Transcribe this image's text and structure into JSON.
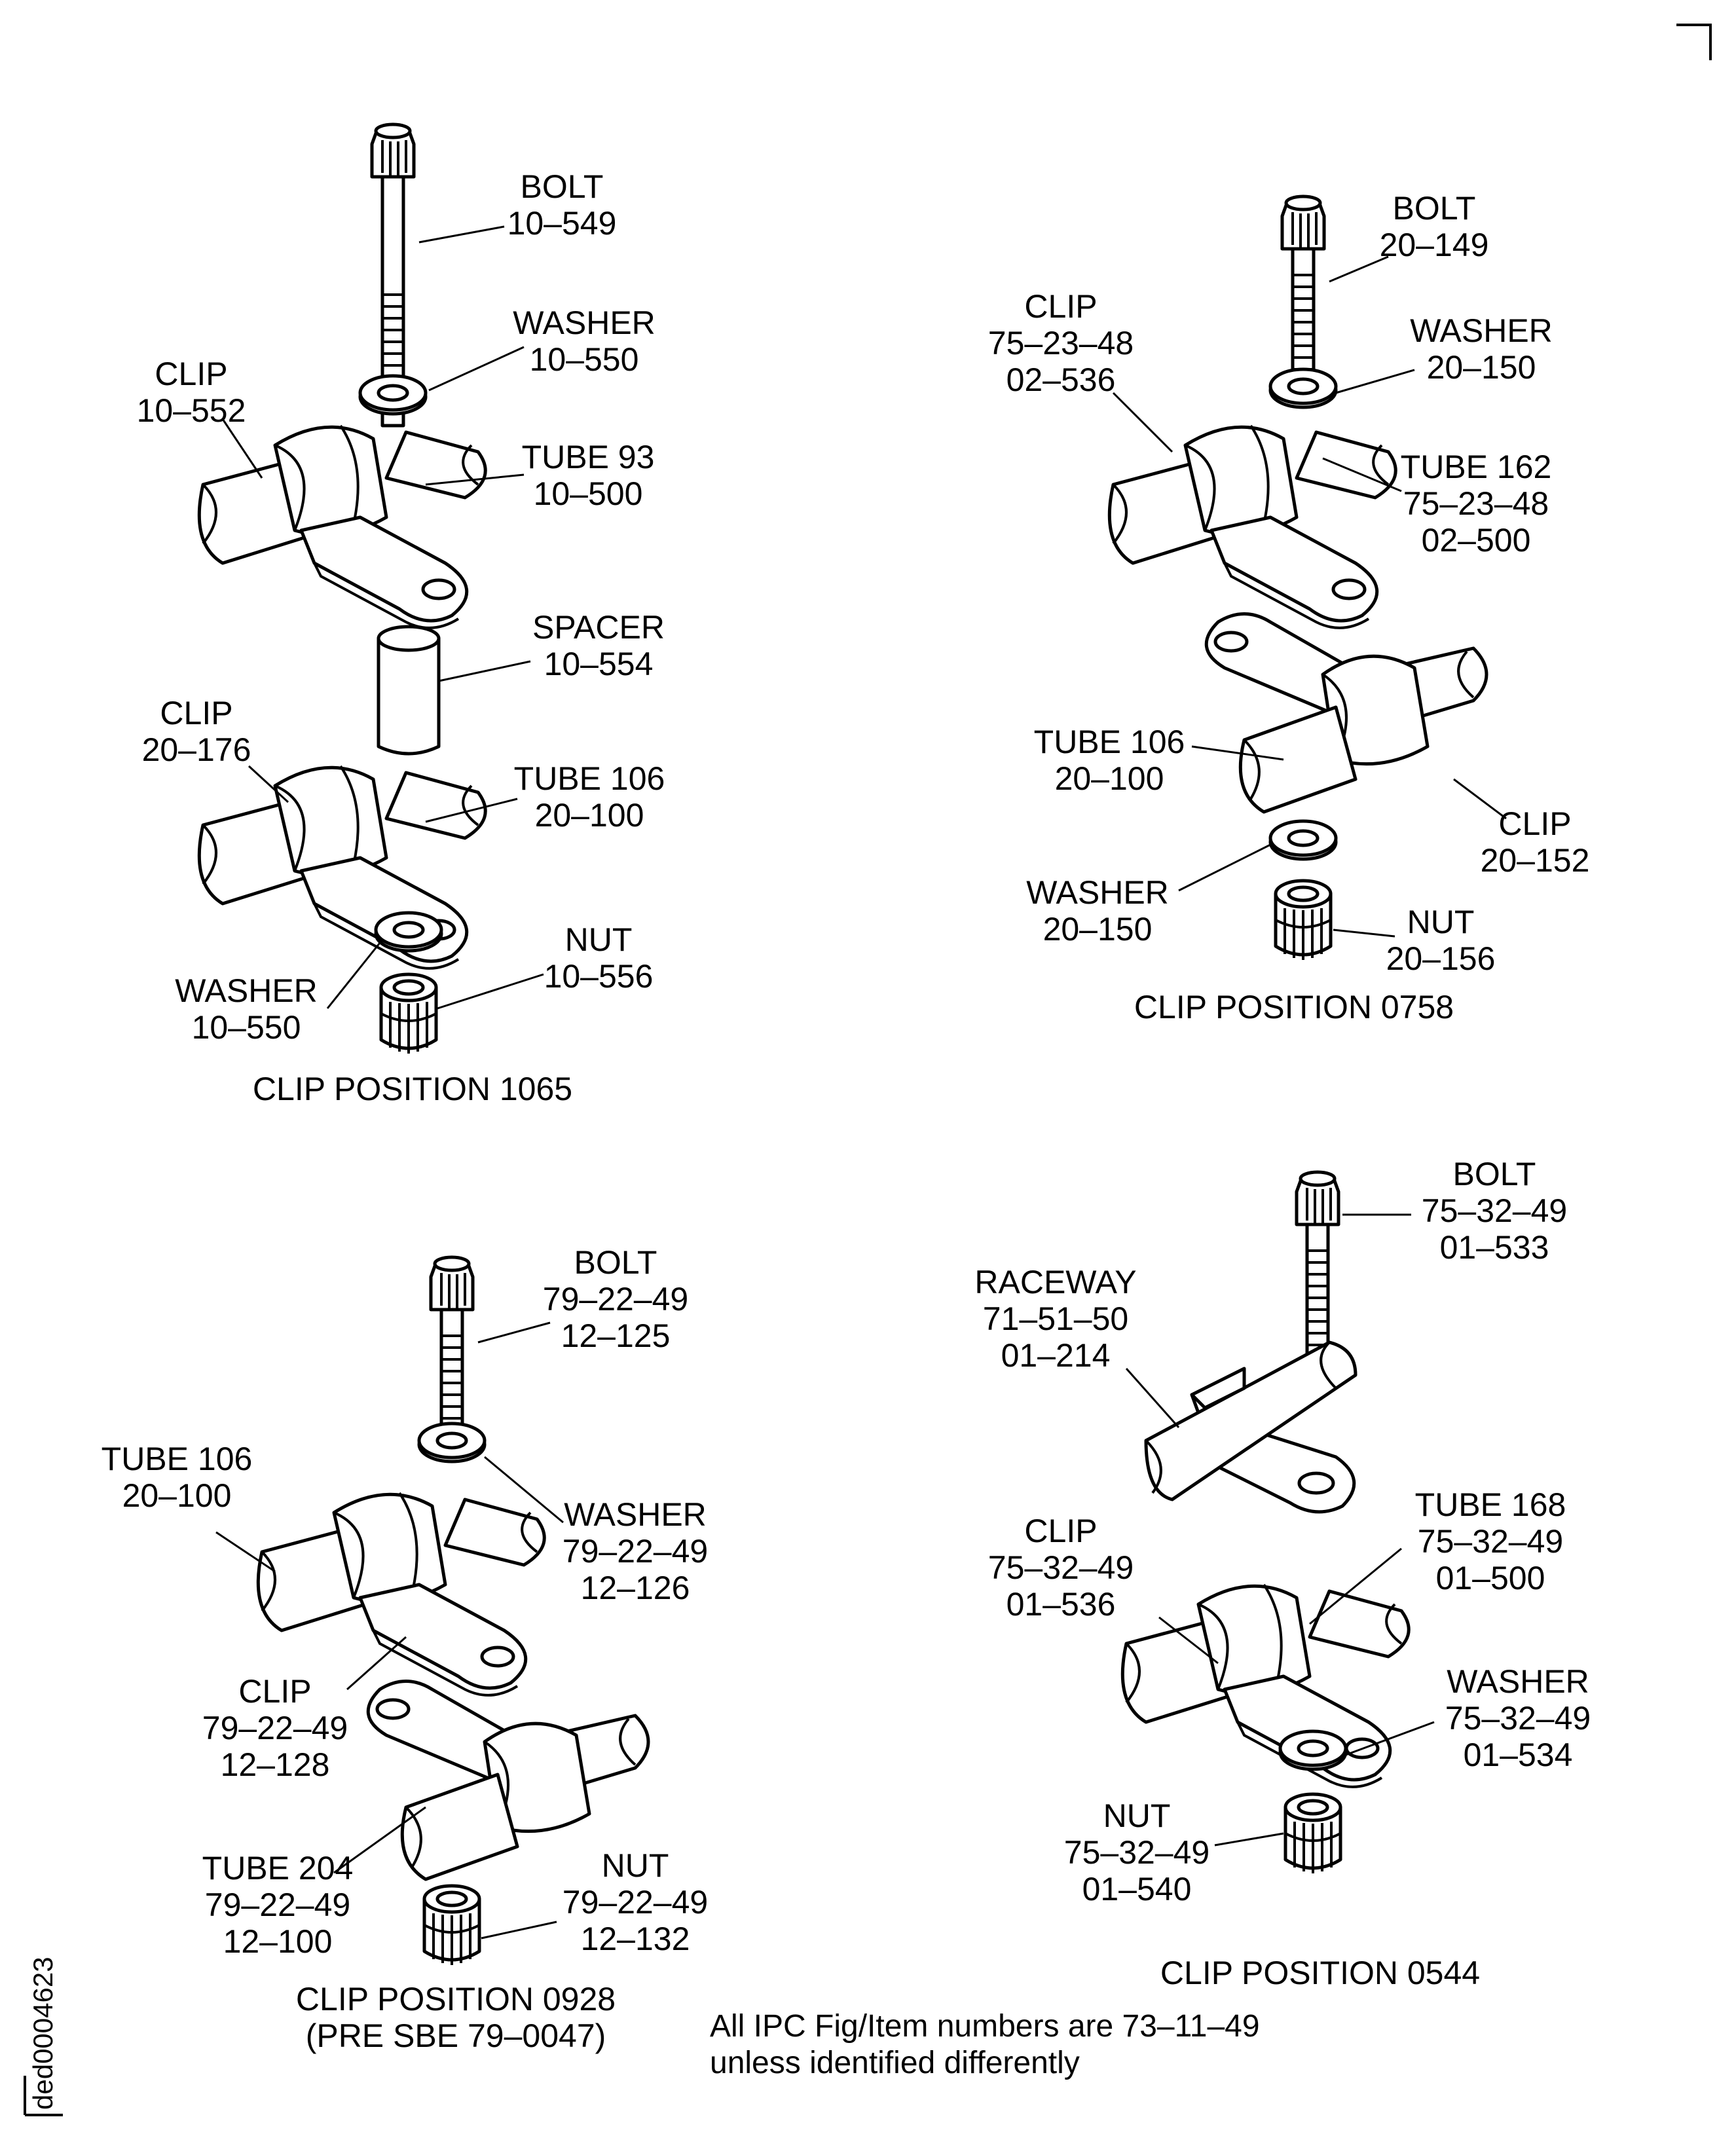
{
  "figure": {
    "side_label": "ded0004623",
    "note": {
      "line1": "All IPC Fig/Item numbers are 73–11–49",
      "line2": "unless identified differently"
    }
  },
  "p1065": {
    "caption": "CLIP POSITION 1065",
    "bolt": [
      "BOLT",
      "10–549"
    ],
    "washer_top": [
      "WASHER",
      "10–550"
    ],
    "clip_top": [
      "CLIP",
      "10–552"
    ],
    "tube93": [
      "TUBE 93",
      "10–500"
    ],
    "spacer": [
      "SPACER",
      "10–554"
    ],
    "clip_bottom": [
      "CLIP",
      "20–176"
    ],
    "tube106": [
      "TUBE 106",
      "20–100"
    ],
    "nut": [
      "NUT",
      "10–556"
    ],
    "washer_bottom": [
      "WASHER",
      "10–550"
    ]
  },
  "p0758": {
    "caption": "CLIP POSITION 0758",
    "bolt": [
      "BOLT",
      "20–149"
    ],
    "clip_top": [
      "CLIP",
      "75–23–48",
      "02–536"
    ],
    "washer_top": [
      "WASHER",
      "20–150"
    ],
    "tube162": [
      "TUBE 162",
      "75–23–48",
      "02–500"
    ],
    "tube106": [
      "TUBE 106",
      "20–100"
    ],
    "clip_bottom": [
      "CLIP",
      "20–152"
    ],
    "washer_bottom": [
      "WASHER",
      "20–150"
    ],
    "nut": [
      "NUT",
      "20–156"
    ]
  },
  "p0928": {
    "caption": "CLIP POSITION 0928",
    "caption2": "(PRE SBE 79–0047)",
    "bolt": [
      "BOLT",
      "79–22–49",
      "12–125"
    ],
    "tube106": [
      "TUBE 106",
      "20–100"
    ],
    "washer": [
      "WASHER",
      "79–22–49",
      "12–126"
    ],
    "clip": [
      "CLIP",
      "79–22–49",
      "12–128"
    ],
    "tube204": [
      "TUBE 204",
      "79–22–49",
      "12–100"
    ],
    "nut": [
      "NUT",
      "79–22–49",
      "12–132"
    ]
  },
  "p0544": {
    "caption": "CLIP POSITION 0544",
    "bolt": [
      "BOLT",
      "75–32–49",
      "01–533"
    ],
    "raceway": [
      "RACEWAY",
      "71–51–50",
      "01–214"
    ],
    "clip": [
      "CLIP",
      "75–32–49",
      "01–536"
    ],
    "tube168": [
      "TUBE 168",
      "75–32–49",
      "01–500"
    ],
    "washer": [
      "WASHER",
      "75–32–49",
      "01–534"
    ],
    "nut": [
      "NUT",
      "75–32–49",
      "01–540"
    ]
  }
}
